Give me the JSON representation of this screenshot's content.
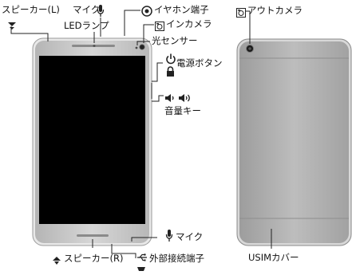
{
  "labels": {
    "speaker_l": "スピーカー(L)",
    "mic_top": "マイク",
    "earphone_jack": "イヤホン端子",
    "led_lamp": "LEDランプ",
    "in_camera": "インカメラ",
    "light_sensor": "光センサー",
    "power_button": "電源ボタン",
    "volume_key": "音量キー",
    "mic_bottom": "マイク",
    "speaker_r": "スピーカー(R)",
    "external_port": "外部接続端子",
    "out_camera": "アウトカメラ",
    "usim_cover": "USIMカバー"
  },
  "colors": {
    "front_bezel": "#c6c6c6",
    "screen": "#000000",
    "back_panel": "#b3b3b3",
    "leader_line": "#222222"
  }
}
